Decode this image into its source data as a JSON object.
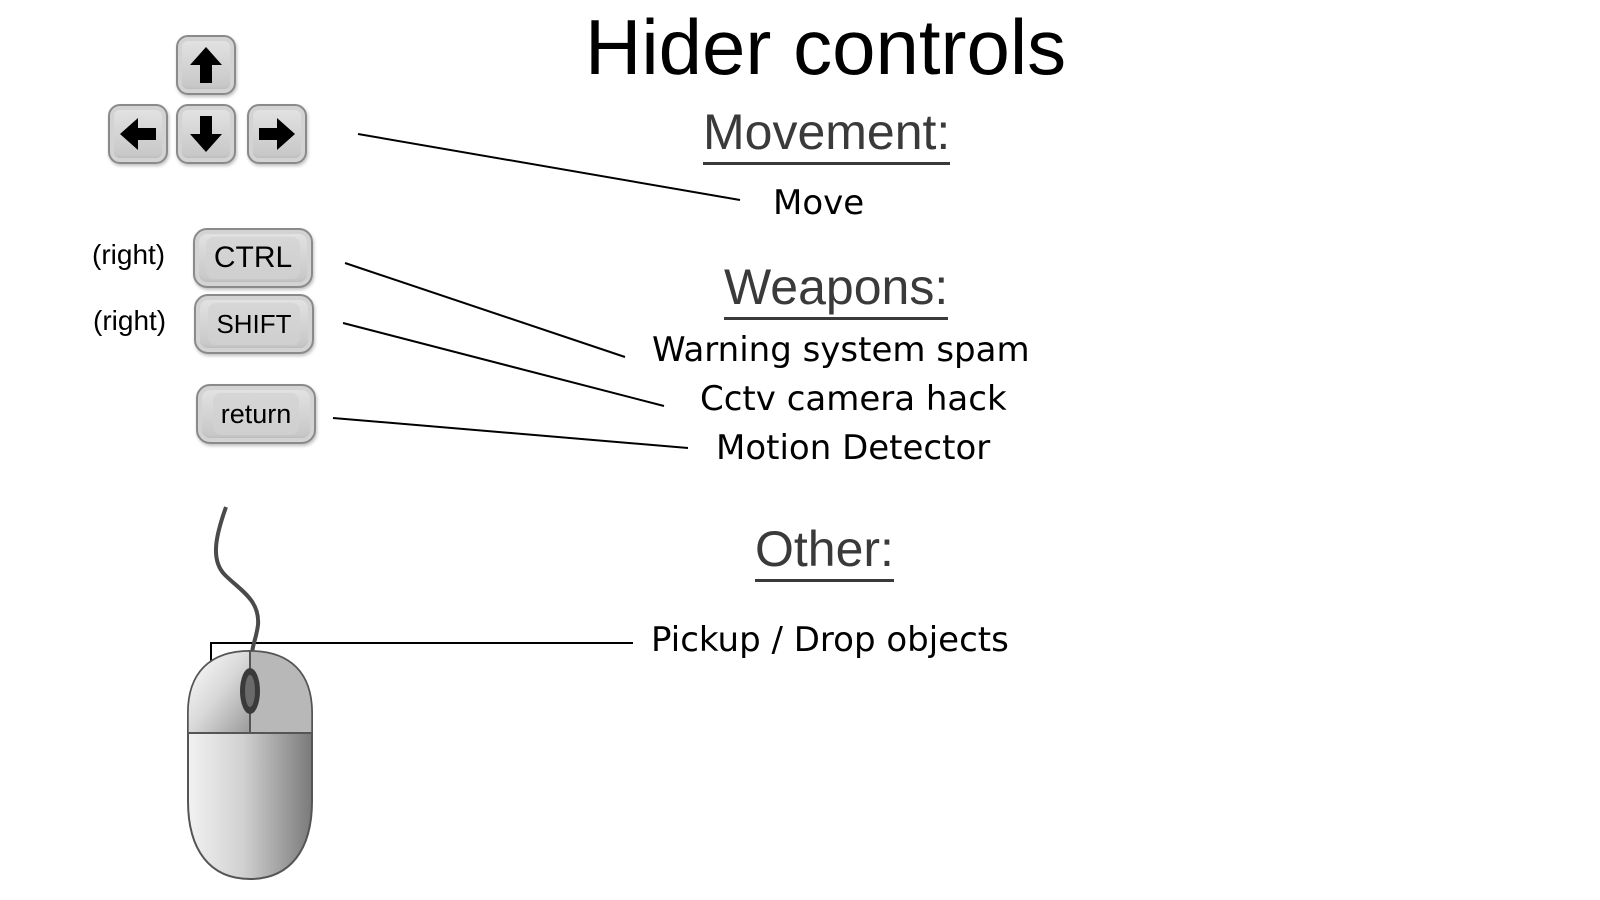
{
  "title": "Hider controls",
  "sections": {
    "movement": {
      "heading": "Movement:",
      "action": "Move",
      "keys": {
        "up": "up-arrow-icon",
        "left": "left-arrow-icon",
        "down": "down-arrow-icon",
        "right": "right-arrow-icon"
      }
    },
    "weapons": {
      "heading": "Weapons:",
      "bindings": [
        {
          "qualifier": "(right)",
          "key": "CTRL",
          "action": "Warning system spam"
        },
        {
          "qualifier": "(right)",
          "key": "SHIFT",
          "action": "Cctv camera hack"
        },
        {
          "qualifier": "",
          "key": "return",
          "action": "Motion Detector"
        }
      ]
    },
    "other": {
      "heading": "Other:",
      "action": "Pickup / Drop objects",
      "device": "mouse-icon"
    }
  },
  "colors": {
    "heading": "#3a3a3a",
    "key_face": "#cfcfcf",
    "key_border": "#8a8a8a"
  }
}
